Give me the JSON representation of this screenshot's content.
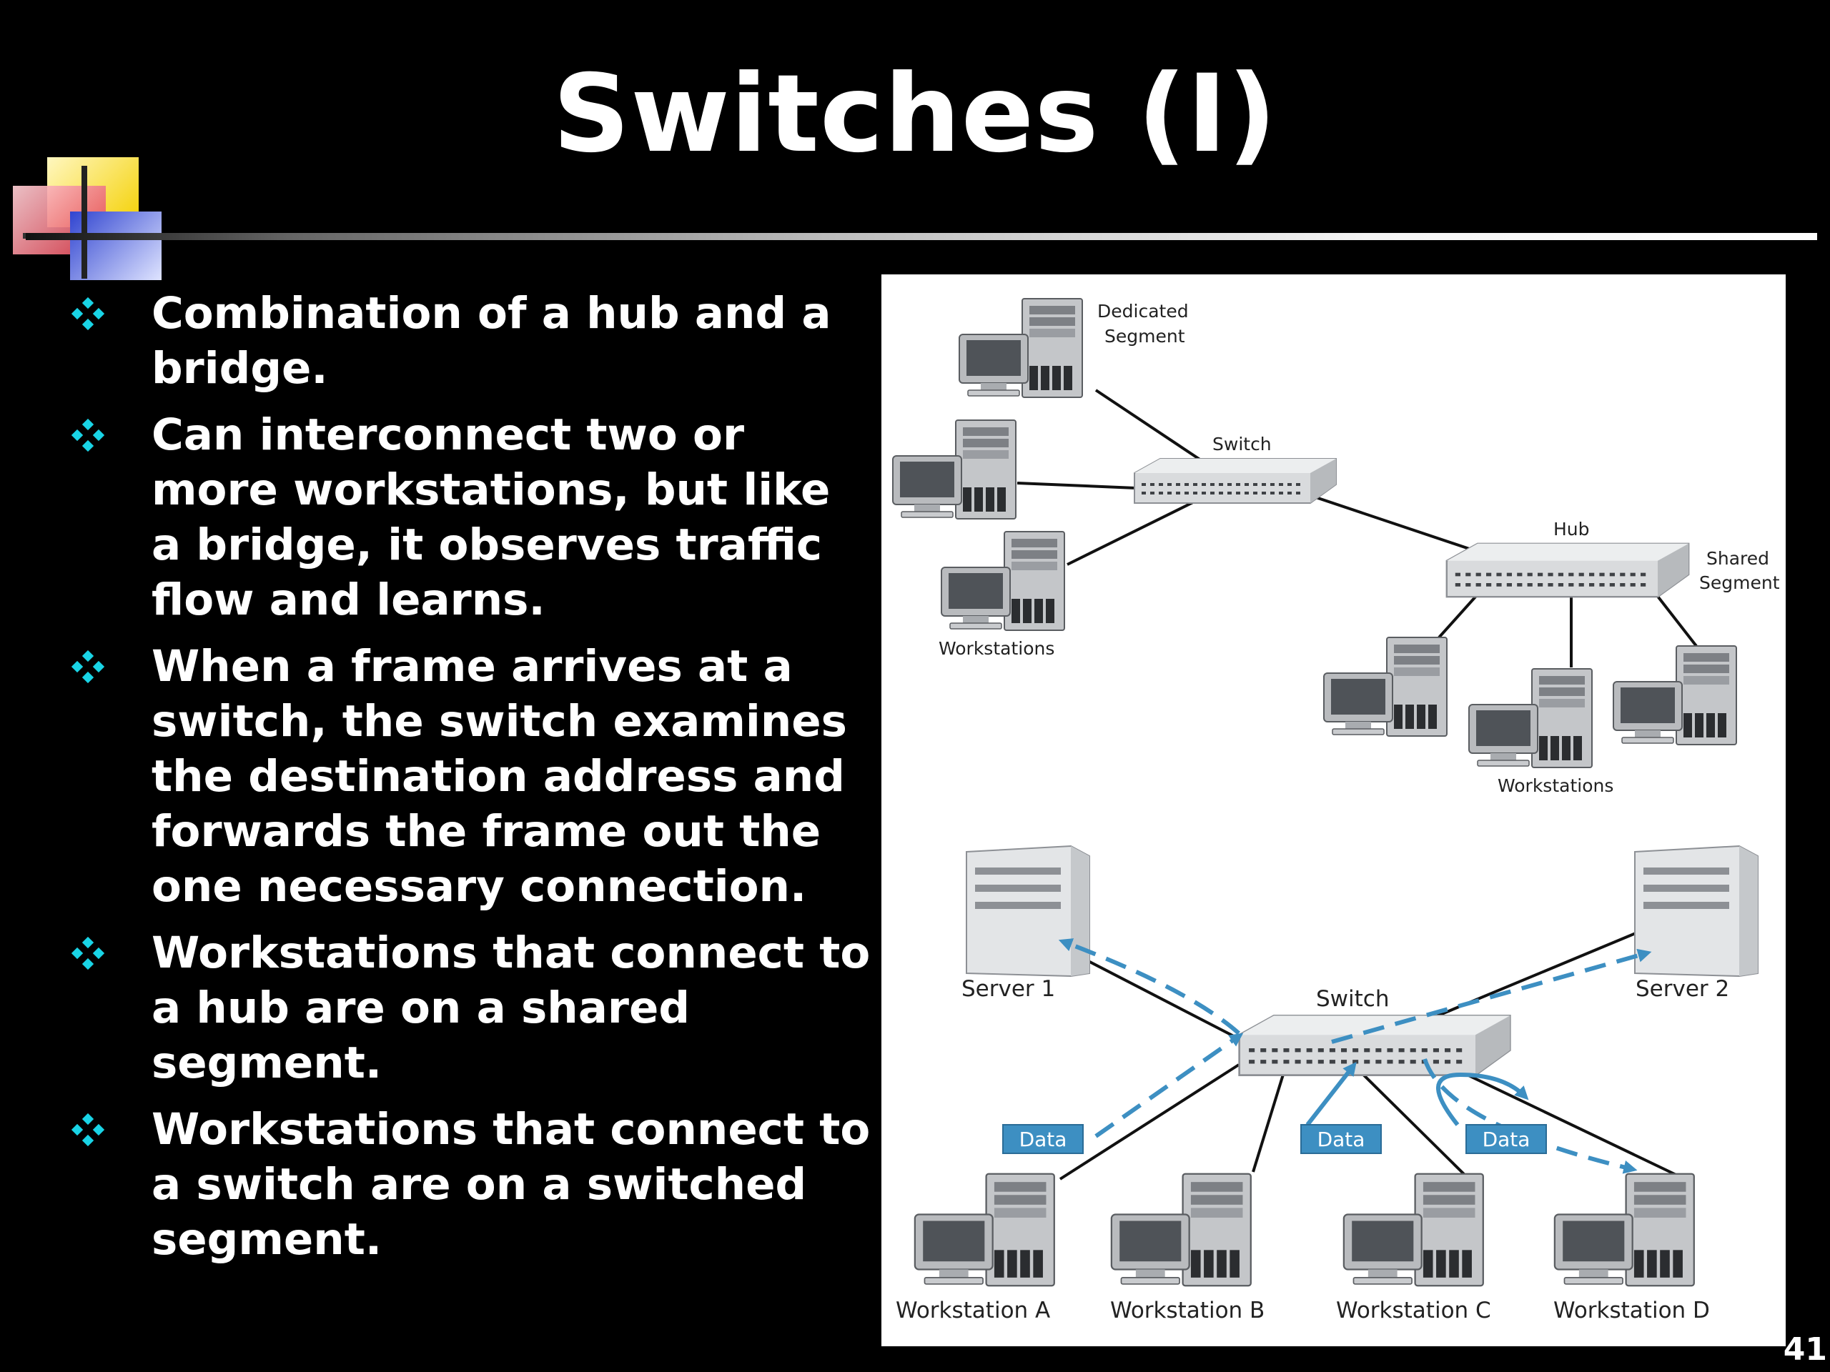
{
  "slide": {
    "title": "Switches (I)",
    "page_number": "41",
    "bullets": [
      "Combination of a hub and a bridge.",
      "Can interconnect two or more workstations, but like a bridge, it observes traffic flow and learns.",
      "When a frame arrives at a switch, the switch examines the destination address and forwards the frame out the one necessary connection.",
      "Workstations that connect to a hub are on a shared segment.",
      "Workstations that connect to a switch are on a switched segment."
    ]
  },
  "diagram_top": {
    "dedicated_segment": [
      "Dedicated",
      "Segment"
    ],
    "switch_label": "Switch",
    "hub_label": "Hub",
    "shared_segment": [
      "Shared",
      "Segment"
    ],
    "workstations_left": "Workstations",
    "workstations_right": "Workstations"
  },
  "diagram_bottom": {
    "server1": "Server 1",
    "server2": "Server 2",
    "switch_label": "Switch",
    "data_tag": "Data",
    "workstations": [
      "Workstation A",
      "Workstation B",
      "Workstation C",
      "Workstation D"
    ]
  },
  "colors": {
    "background": "#000000",
    "text": "#ffffff",
    "bullet": "#19d4e6",
    "data_arrow": "#3d8fc2",
    "data_tag": "#3d8fc2"
  }
}
